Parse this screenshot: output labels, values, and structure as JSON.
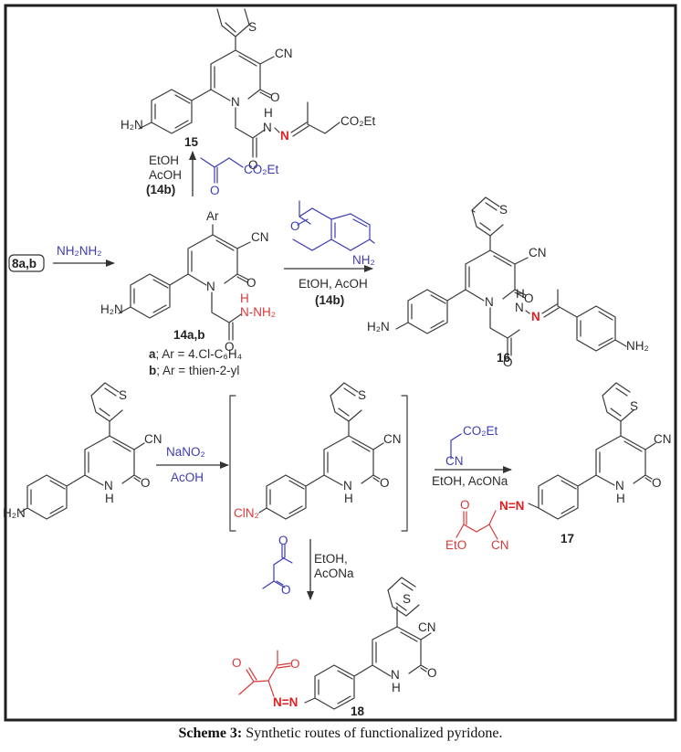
{
  "figure": {
    "caption_label": "Scheme 3:",
    "caption_text": " Synthetic routes of functionalized pyridone.",
    "colors": {
      "reagent": "#3c3cb4",
      "new_group": "#d83a3a",
      "bond": "#3a3a3a",
      "frame": "#1f1f1f"
    }
  },
  "compounds": {
    "start": {
      "label": "8a,b"
    },
    "c14": {
      "label": "14a,b",
      "ar": "Ar",
      "cn": "CN",
      "o": "O",
      "n": "N",
      "h2n": "H₂N",
      "h": "H",
      "nnh2": "N-NH₂",
      "variant_a_key": "a",
      "variant_a_text": "; Ar = 4.Cl-C₆H₄",
      "variant_b_key": "b",
      "variant_b_text": "; Ar = thien-2-yl"
    },
    "c15": {
      "label": "15",
      "s": "S",
      "cn": "CN",
      "o": "O",
      "n": "N",
      "h2n": "H₂N",
      "nh": "H",
      "n_amide": "N",
      "n_imine": "N",
      "co2et": "CO₂Et"
    },
    "c16": {
      "label": "16",
      "s": "S",
      "cn": "CN",
      "o": "O",
      "n": "N",
      "h2n": "H₂N",
      "nh": "H",
      "n_amide": "N",
      "n_imine": "N",
      "nh2": "NH₂"
    },
    "c_amine": {
      "s": "S",
      "cn": "CN",
      "o": "O",
      "n": "N",
      "h": "H",
      "h2n": "H₂N"
    },
    "c_diazonium": {
      "s": "S",
      "cn": "CN",
      "o": "O",
      "n": "N",
      "h": "H",
      "cln2": "ClN₂"
    },
    "c17": {
      "label": "17",
      "s": "S",
      "cn": "CN",
      "o": "O",
      "n": "N",
      "h": "H",
      "azo": "N=N",
      "o_ester": "O",
      "eto": "EtO",
      "cn2": "CN"
    },
    "c18": {
      "label": "18",
      "s": "S",
      "cn": "CN",
      "o": "O",
      "n": "N",
      "h": "H",
      "azo": "N=N",
      "o1": "O",
      "o2": "O"
    }
  },
  "reactions": {
    "r_hydrazine": {
      "reagent": "NH₂NH₂"
    },
    "r_to15": {
      "cond1": "EtOH",
      "cond2": "AcOH",
      "cond3": "(14b)",
      "reagent_o": "O",
      "reagent_co2et": "CO₂Et"
    },
    "r_to16": {
      "cond1": "EtOH, AcOH",
      "cond2": "(14b)",
      "reagent_o": "O",
      "reagent_nh2": "NH₂"
    },
    "r_diazotization": {
      "reagent1": "NaNO₂",
      "reagent2": "AcOH"
    },
    "r_to17": {
      "reagent_co2et": "CO₂Et",
      "reagent_cn": "CN",
      "cond": "EtOH, AcONa"
    },
    "r_to18": {
      "cond1": "EtOH,",
      "cond2": "AcONa",
      "reagent_o1": "O",
      "reagent_o2": "O"
    }
  }
}
